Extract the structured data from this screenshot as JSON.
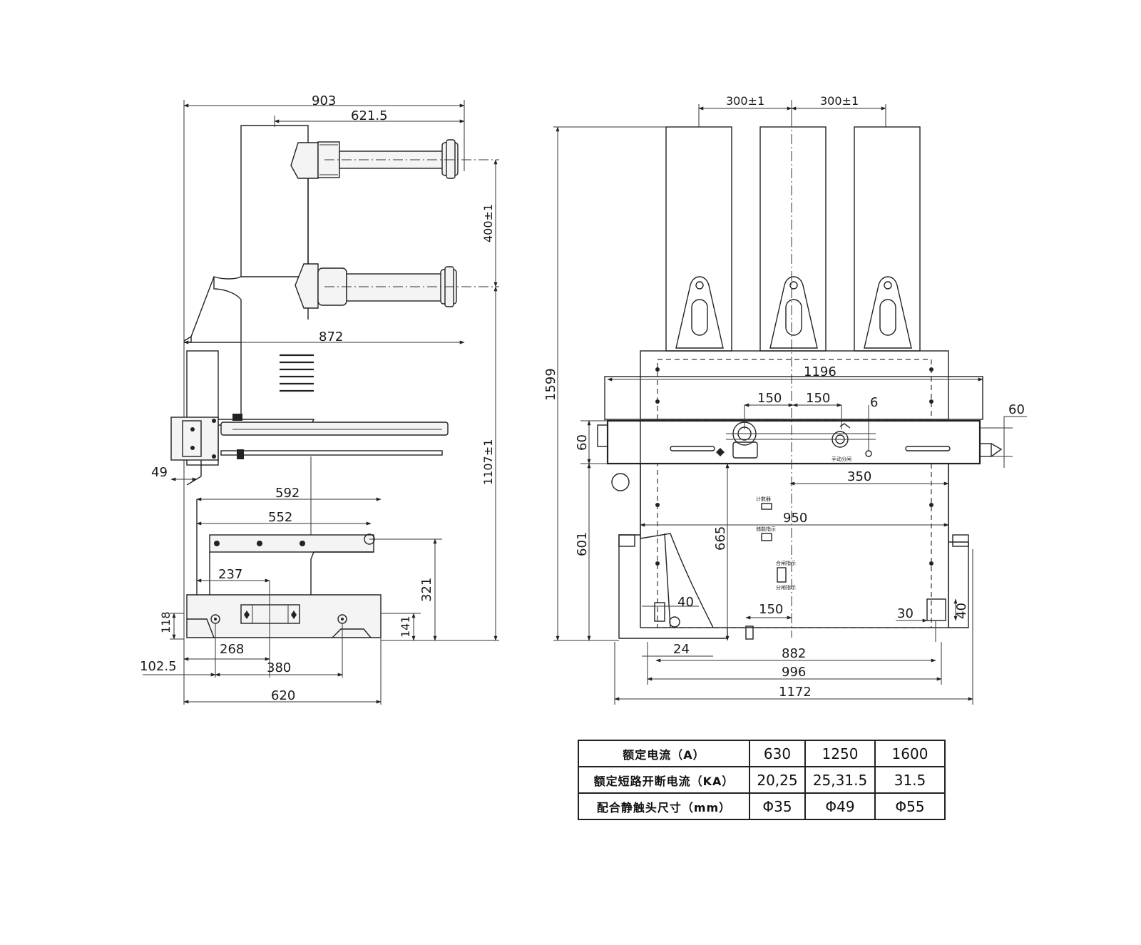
{
  "side_view": {
    "dims": {
      "overall_depth": "903",
      "arm_span": "621.5",
      "arm_pitch": "400±1",
      "lower_arm_reach": "872",
      "upper_height": "1107±1",
      "front_offset": "49",
      "truck_592": "592",
      "truck_552": "552",
      "truck_237": "237",
      "truck_321": "321",
      "base_118": "118",
      "base_141": "141",
      "base_268": "268",
      "base_102_5": "102.5",
      "base_380": "380",
      "base_620": "620"
    }
  },
  "front_view": {
    "dims": {
      "phase_pitch_left": "300±1",
      "phase_pitch_right": "300±1",
      "overall_height": "1599",
      "panel_width": "1196",
      "handle_left": "150",
      "handle_right": "150",
      "handle_gap": "6",
      "right_offset": "60",
      "left_offset": "60",
      "lock_dist": "350",
      "chassis_width": "950",
      "lower_height": "601",
      "inner_height": "665",
      "bracket_40": "40",
      "bottom_150": "150",
      "right_30": "30",
      "right_40": "40",
      "left_24": "24",
      "wheel_span": "882",
      "rail_span": "996",
      "overall_width": "1172"
    },
    "labels": {
      "manual_operation": "手动分闸",
      "counter": "计数器",
      "storage_indicator": "储能指示",
      "close_indicator": "合闸指示",
      "trip_indicator": "分闸指示"
    }
  },
  "spec_table": {
    "rows": [
      {
        "label": "额定电流（A）",
        "values": [
          "630",
          "1250",
          "1600"
        ]
      },
      {
        "label": "额定短路开断电流（KA）",
        "values": [
          "20,25",
          "25,31.5",
          "31.5"
        ]
      },
      {
        "label": "配合静触头尺寸（mm）",
        "values": [
          "Φ35",
          "Φ49",
          "Φ55"
        ]
      }
    ]
  }
}
